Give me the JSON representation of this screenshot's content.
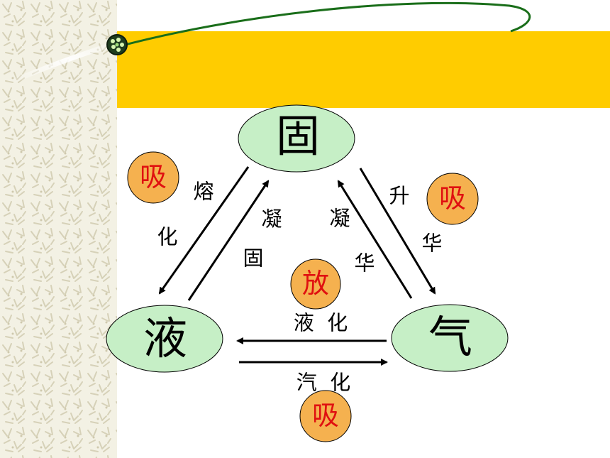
{
  "states": {
    "solid": "固",
    "liquid": "液",
    "gas": "气"
  },
  "processes": {
    "melting": [
      "熔",
      "化"
    ],
    "freezing": [
      "凝",
      "固"
    ],
    "sublimation": [
      "升",
      "华"
    ],
    "deposition": [
      "凝",
      "华"
    ],
    "condensation": "液  化",
    "vaporization": "汽  化"
  },
  "heat_badges": {
    "melting": "吸",
    "sublimation": "吸",
    "release": "放",
    "vaporization": "吸"
  },
  "colors": {
    "header_band": "#ffcc00",
    "ellipse_fill": "#c6efc6",
    "badge_fill": "#f5b14f",
    "badge_text": "#e01010",
    "accent_curve": "#1a6e1a"
  }
}
